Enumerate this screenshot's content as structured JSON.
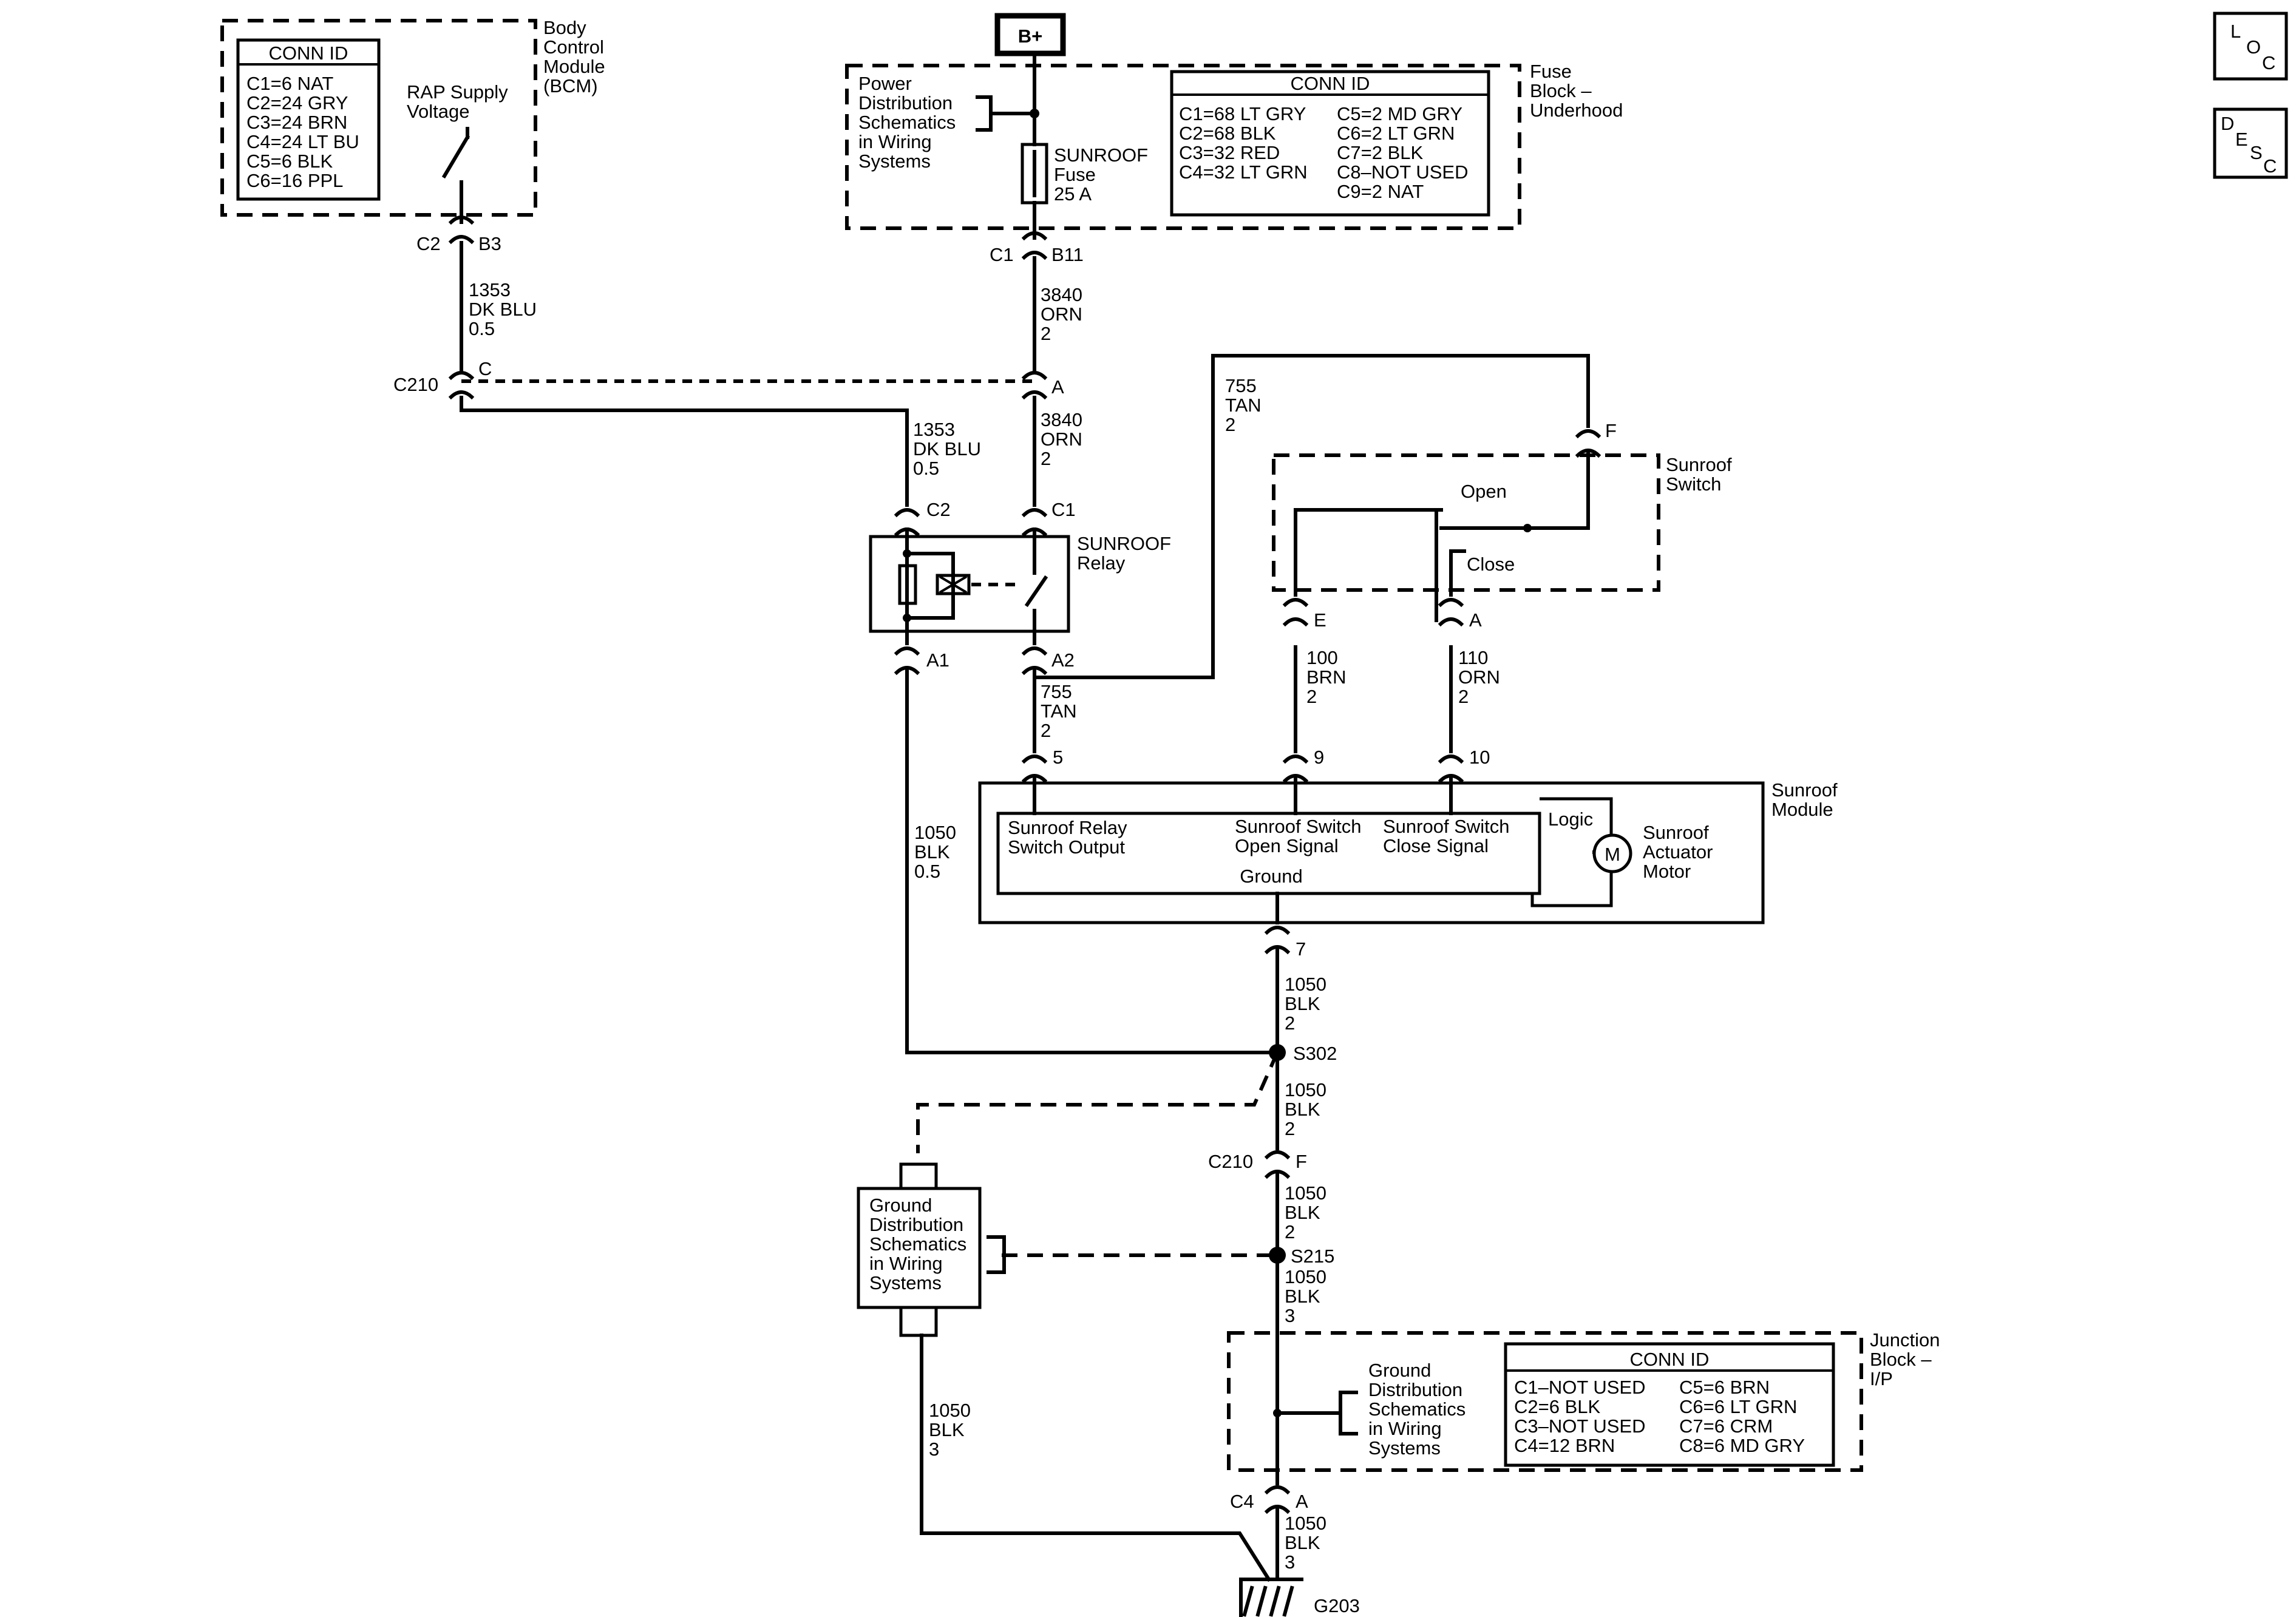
{
  "b_plus": "B+",
  "loc_button": [
    "L",
    "O",
    "C"
  ],
  "desc_button": [
    "D",
    "E",
    "S",
    "C"
  ],
  "bcm": {
    "title_lines": [
      "Body",
      "Control",
      "Module",
      "(BCM)"
    ],
    "conn_id_header": "CONN ID",
    "conn_lines": [
      "C1=6 NAT",
      "C2=24 GRY",
      "C3=24 BRN",
      "C4=24 LT BU",
      "C5=6 BLK",
      "C6=16 PPL"
    ],
    "rap_lines": [
      "RAP Supply",
      "Voltage"
    ],
    "connector_c2": "C2",
    "pin_b3": "B3"
  },
  "fuse_block": {
    "title_lines": [
      "Fuse",
      "Block –",
      "Underhood"
    ],
    "power_dist_lines": [
      "Power",
      "Distribution",
      "Schematics",
      "in Wiring",
      "Systems"
    ],
    "fuse_lines": [
      "SUNROOF",
      "Fuse",
      "25 A"
    ],
    "conn_id_header": "CONN ID",
    "conn_col1": [
      "C1=68 LT GRY",
      "C2=68 BLK",
      "C3=32 RED",
      "C4=32 LT GRN"
    ],
    "conn_col2": [
      "C5=2 MD GRY",
      "C6=2 LT GRN",
      "C7=2 BLK",
      "C8–NOT USED",
      "C9=2 NAT"
    ],
    "connector_c1": "C1",
    "pin_b11": "B11"
  },
  "wires": {
    "dkblu_top": [
      "1353",
      "DK BLU",
      "0.5"
    ],
    "orn_top": [
      "3840",
      "ORN",
      "2"
    ],
    "dkblu_mid": [
      "1353",
      "DK BLU",
      "0.5"
    ],
    "orn_mid": [
      "3840",
      "ORN",
      "2"
    ],
    "tan_right": [
      "755",
      "TAN",
      "2"
    ],
    "tan_lower": [
      "755",
      "TAN",
      "2"
    ],
    "brn": [
      "100",
      "BRN",
      "2"
    ],
    "orn_close": [
      "110",
      "ORN",
      "2"
    ],
    "blk_left": [
      "1050",
      "BLK",
      "0.5"
    ],
    "blk_1": [
      "1050",
      "BLK",
      "2"
    ],
    "blk_2": [
      "1050",
      "BLK",
      "2"
    ],
    "blk_3": [
      "1050",
      "BLK",
      "2"
    ],
    "blk_4": [
      "1050",
      "BLK",
      "3"
    ],
    "blk_5": [
      "1050",
      "BLK",
      "3"
    ],
    "blk_ground_left": [
      "1050",
      "BLK",
      "3"
    ]
  },
  "c210": {
    "label": "C210",
    "pin_c": "C",
    "pin_a": "A"
  },
  "relay": {
    "title_lines": [
      "SUNROOF",
      "Relay"
    ],
    "pin_c2": "C2",
    "pin_c1": "C1",
    "pin_a1": "A1",
    "pin_a2": "A2"
  },
  "switch": {
    "title_lines": [
      "Sunroof",
      "Switch"
    ],
    "open": "Open",
    "close": "Close",
    "pin_f": "F",
    "pin_e": "E",
    "pin_a": "A"
  },
  "module": {
    "title_lines": [
      "Sunroof",
      "Module"
    ],
    "pin_5": "5",
    "pin_9": "9",
    "pin_10": "10",
    "pin_7": "7",
    "relay_output_lines": [
      "Sunroof Relay",
      "Switch Output"
    ],
    "open_signal_lines": [
      "Sunroof Switch",
      "Open Signal"
    ],
    "close_signal_lines": [
      "Sunroof Switch",
      "Close Signal"
    ],
    "ground": "Ground",
    "logic": "Logic",
    "motor_symbol": "M",
    "actuator_lines": [
      "Sunroof",
      "Actuator",
      "Motor"
    ]
  },
  "splices": {
    "s302": "S302",
    "s215": "S215"
  },
  "c210_lower": {
    "label": "C210",
    "pin_f": "F"
  },
  "ground_dist_left_lines": [
    "Ground",
    "Distribution",
    "Schematics",
    "in Wiring",
    "Systems"
  ],
  "junction_block": {
    "title_lines": [
      "Junction",
      "Block –",
      "I/P"
    ],
    "ground_dist_lines": [
      "Ground",
      "Distribution",
      "Schematics",
      "in Wiring",
      "Systems"
    ],
    "conn_id_header": "CONN ID",
    "conn_col1": [
      "C1–NOT USED",
      "C2=6 BLK",
      "C3–NOT USED",
      "C4=12 BRN"
    ],
    "conn_col2": [
      "C5=6 BRN",
      "C6=6 LT GRN",
      "C7=6 CRM",
      "C8=6 MD GRY"
    ],
    "connector_c4": "C4",
    "pin_a": "A"
  },
  "ground_label": "G203"
}
